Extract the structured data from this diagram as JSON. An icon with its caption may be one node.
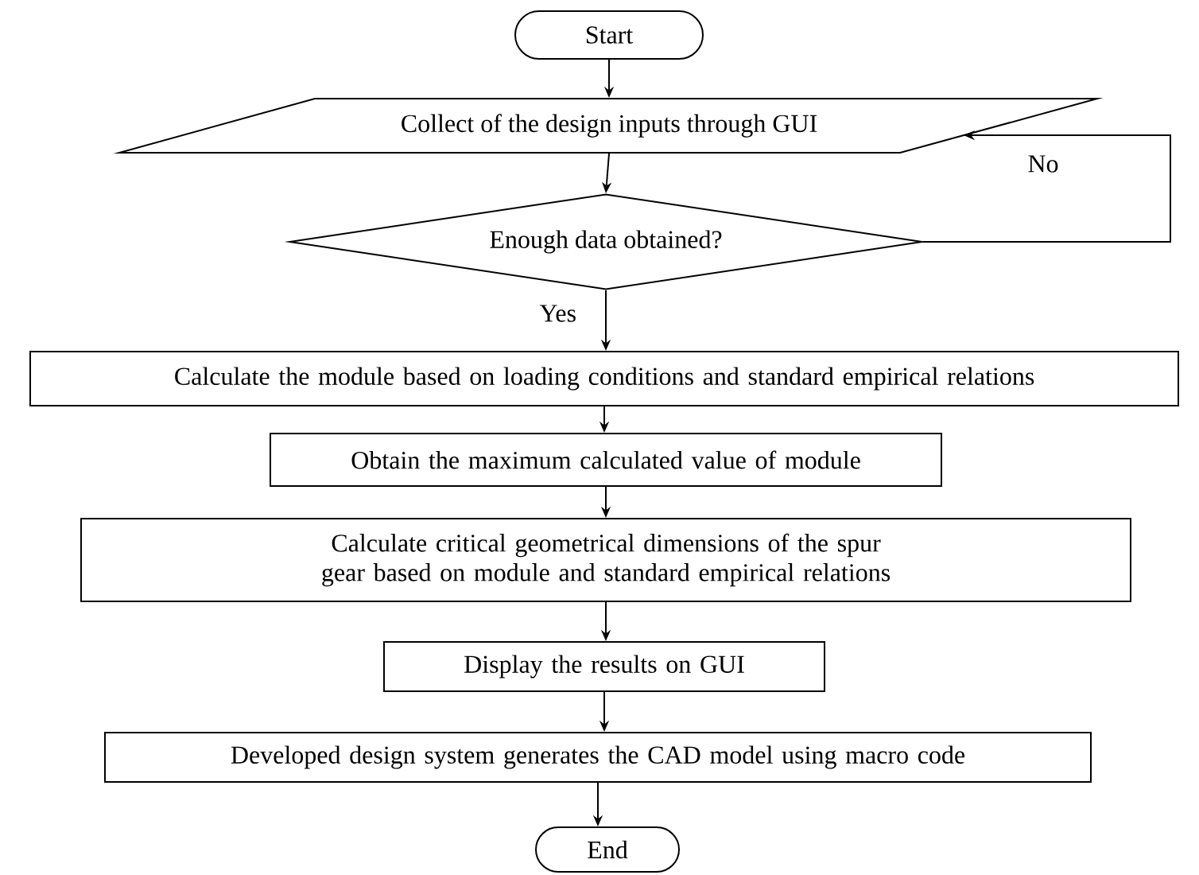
{
  "diagram": {
    "nodes": [
      {
        "text": [
          "Start"
        ]
      },
      {
        "text": [
          "Collect of the design inputs through GUI"
        ]
      },
      {
        "text": [
          "Enough data obtained?"
        ]
      },
      {
        "text": [
          "Calculate the module based on loading conditions and standard empirical relations"
        ]
      },
      {
        "text": [
          "Obtain the maximum calculated value of module"
        ]
      },
      {
        "text": [
          "Calculate critical geometrical dimensions of the spur gear based on module and standard empirical relations"
        ]
      },
      {
        "text": [
          "Display the results on GUI"
        ]
      },
      {
        "text": [
          "Developed design system generates the CAD model using macro code"
        ]
      },
      {
        "text": [
          "End"
        ]
      }
    ],
    "edges": [
      {
        "from": 0,
        "to": 1,
        "arrow": "to"
      },
      {
        "from": 1,
        "to": 2,
        "arrow": "to"
      },
      {
        "from": 2,
        "to": 3,
        "arrow": "to",
        "label": "Yes"
      },
      {
        "from": 2,
        "to": 1,
        "arrow": "to",
        "label": "No"
      },
      {
        "from": 3,
        "to": 4,
        "arrow": "to"
      },
      {
        "from": 4,
        "to": 5,
        "arrow": "to"
      },
      {
        "from": 5,
        "to": 6,
        "arrow": "to"
      },
      {
        "from": 6,
        "to": 7,
        "arrow": "to"
      },
      {
        "from": 7,
        "to": 8,
        "arrow": "to"
      }
    ]
  }
}
